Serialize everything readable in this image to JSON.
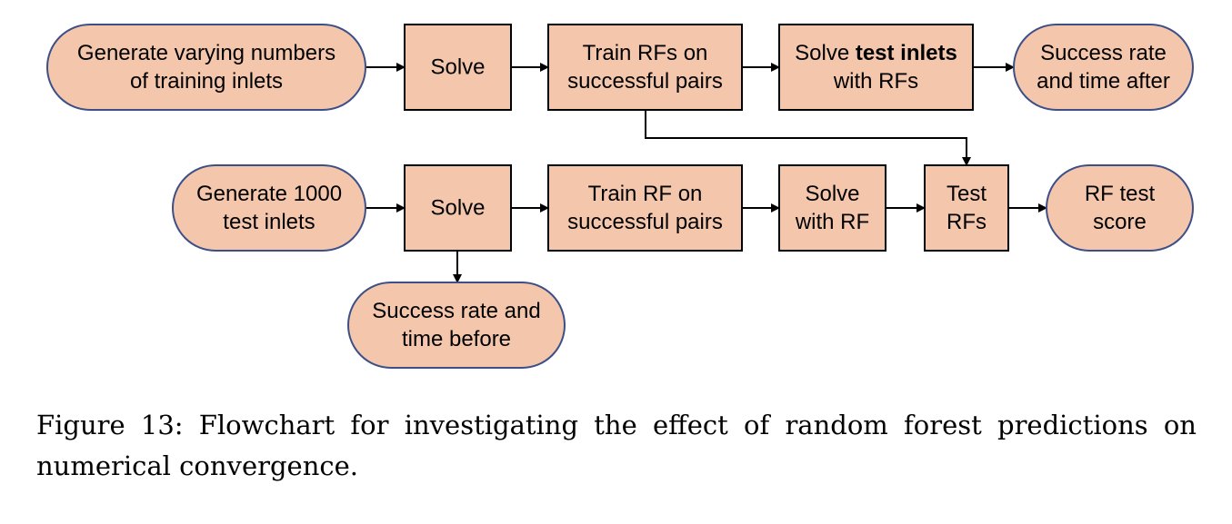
{
  "colors": {
    "node_fill": "#f4c7ad",
    "node_stroke_terminal": "#3d4f87",
    "node_stroke_process": "#000000",
    "edge": "#000000",
    "text": "#000000"
  },
  "nodes": {
    "gen_training": {
      "shape": "terminal",
      "lines": [
        "Generate varying numbers",
        "of training inlets"
      ]
    },
    "solve_training": {
      "shape": "process",
      "lines": [
        "Solve"
      ]
    },
    "train_rfs": {
      "shape": "process",
      "lines": [
        "Train RFs on",
        "successful pairs"
      ]
    },
    "solve_test_inlets": {
      "shape": "process",
      "lines": [
        [
          {
            "t": "Solve "
          },
          {
            "t": "test inlets",
            "bold": true
          }
        ],
        "with RFs"
      ]
    },
    "success_after": {
      "shape": "terminal",
      "lines": [
        "Success rate",
        "and time after"
      ]
    },
    "gen_test": {
      "shape": "terminal",
      "lines": [
        "Generate 1000",
        "test inlets"
      ]
    },
    "solve_test": {
      "shape": "process",
      "lines": [
        "Solve"
      ]
    },
    "train_rf": {
      "shape": "process",
      "lines": [
        "Train RF on",
        "successful pairs"
      ]
    },
    "solve_with_rf": {
      "shape": "process",
      "lines": [
        "Solve",
        "with RF"
      ]
    },
    "test_rfs": {
      "shape": "process",
      "lines": [
        "Test",
        "RFs"
      ]
    },
    "rf_score": {
      "shape": "terminal",
      "lines": [
        "RF test",
        "score"
      ]
    },
    "success_before": {
      "shape": "terminal",
      "lines": [
        "Success rate and",
        "time before"
      ]
    }
  },
  "edges": [
    {
      "from": "gen_training",
      "to": "solve_training"
    },
    {
      "from": "solve_training",
      "to": "train_rfs"
    },
    {
      "from": "train_rfs",
      "to": "solve_test_inlets"
    },
    {
      "from": "solve_test_inlets",
      "to": "success_after"
    },
    {
      "from": "train_rfs",
      "to": "test_rfs"
    },
    {
      "from": "gen_test",
      "to": "solve_test"
    },
    {
      "from": "solve_test",
      "to": "train_rf"
    },
    {
      "from": "train_rf",
      "to": "solve_with_rf"
    },
    {
      "from": "solve_with_rf",
      "to": "test_rfs"
    },
    {
      "from": "test_rfs",
      "to": "rf_score"
    },
    {
      "from": "solve_test",
      "to": "success_before"
    }
  ],
  "caption": "Figure 13: Flowchart for investigating the effect of random forest predictions on numerical convergence."
}
